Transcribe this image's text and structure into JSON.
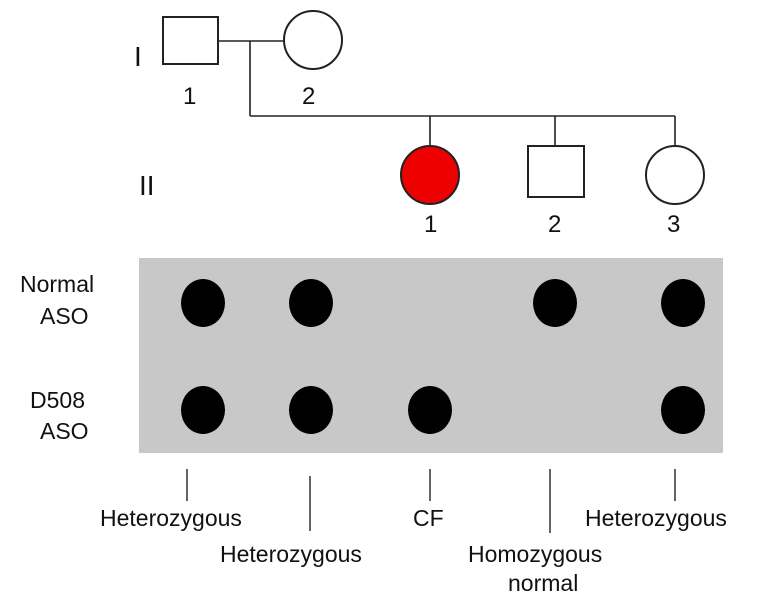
{
  "generations": {
    "gen1_label": "I",
    "gen2_label": "II"
  },
  "individuals": {
    "gen1": [
      {
        "number": "1",
        "sex": "male",
        "affected": false
      },
      {
        "number": "2",
        "sex": "female",
        "affected": false
      }
    ],
    "gen2": [
      {
        "number": "1",
        "sex": "female",
        "affected": true
      },
      {
        "number": "2",
        "sex": "male",
        "affected": false
      },
      {
        "number": "3",
        "sex": "female",
        "affected": false
      }
    ]
  },
  "blot": {
    "rows": [
      {
        "label_line1": "Normal",
        "label_line2": "ASO",
        "dots": [
          true,
          true,
          false,
          true,
          true
        ]
      },
      {
        "label_line1": "D508",
        "label_line2": "ASO",
        "dots": [
          true,
          true,
          true,
          false,
          true
        ]
      }
    ]
  },
  "genotypes": [
    {
      "line1": "Heterozygous",
      "line2": ""
    },
    {
      "line1": "Heterozygous",
      "line2": ""
    },
    {
      "line1": "CF",
      "line2": ""
    },
    {
      "line1": "Homozygous",
      "line2": "normal"
    },
    {
      "line1": "Heterozygous",
      "line2": ""
    }
  ],
  "colors": {
    "affected_fill": "#ee0000",
    "blot_background": "#c8c8c8",
    "dot": "#000000",
    "line": "#222222"
  }
}
